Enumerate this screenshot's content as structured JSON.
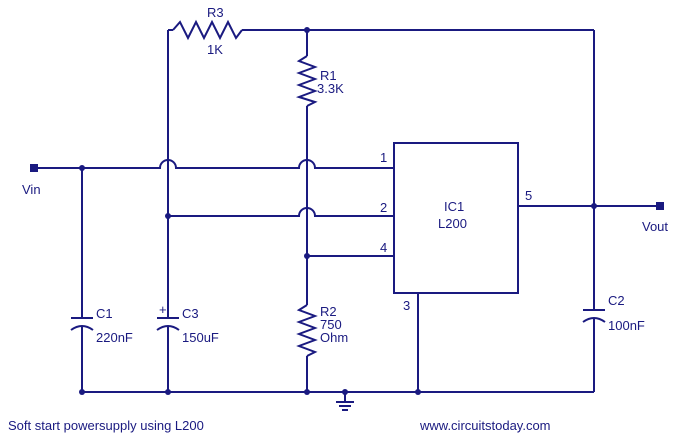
{
  "title": "Soft start powersupply using L200",
  "website": "www.circuitstoday.com",
  "colors": {
    "ink": "#1a1a80",
    "background": "#ffffff"
  },
  "components": {
    "r3": {
      "name": "R3",
      "value": "1K"
    },
    "r1": {
      "name": "R1",
      "value": "3.3K"
    },
    "r2": {
      "name": "R2",
      "value": "750",
      "unit": "Ohm"
    },
    "c1": {
      "name": "C1",
      "value": "220nF"
    },
    "c3": {
      "name": "C3",
      "value": "150uF",
      "polarity": "+"
    },
    "c2": {
      "name": "C2",
      "value": "100nF"
    },
    "ic1": {
      "name": "IC1",
      "part": "L200",
      "pins": {
        "p1": "1",
        "p2": "2",
        "p3": "3",
        "p4": "4",
        "p5": "5"
      }
    }
  },
  "terminals": {
    "input": "Vin",
    "output": "Vout"
  }
}
